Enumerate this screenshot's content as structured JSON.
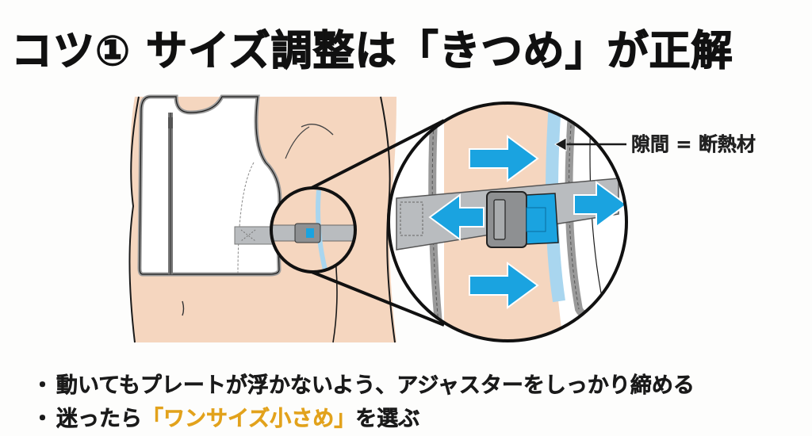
{
  "title": "コツ① サイズ調整は「きつめ」が正解",
  "callout": {
    "label": "隙間 = 断熱材"
  },
  "illustration": {
    "description": "Torso wearing a vest with side adjuster buckle; magnified circle shows strap, buckle and arrows indicating tightening",
    "colors": {
      "skin": "#f5d6bf",
      "vest": "#ffffff",
      "trim": "#9a9a9a",
      "strap": "#b9bcbf",
      "buckle": "#8e9092",
      "accent_blue": "#1aa3e0",
      "gap_blue": "#a9d6ef",
      "outline": "#1a1a1a"
    }
  },
  "bullets": [
    {
      "marker": "・",
      "text": "動いてもプレートが浮かないよう、アジャスターをしっかり締める"
    },
    {
      "marker": "・",
      "prefix": "迷ったら",
      "highlight": "「ワンサイズ小さめ」",
      "suffix": "を選ぶ",
      "highlight_color": "#e2a21c"
    }
  ]
}
